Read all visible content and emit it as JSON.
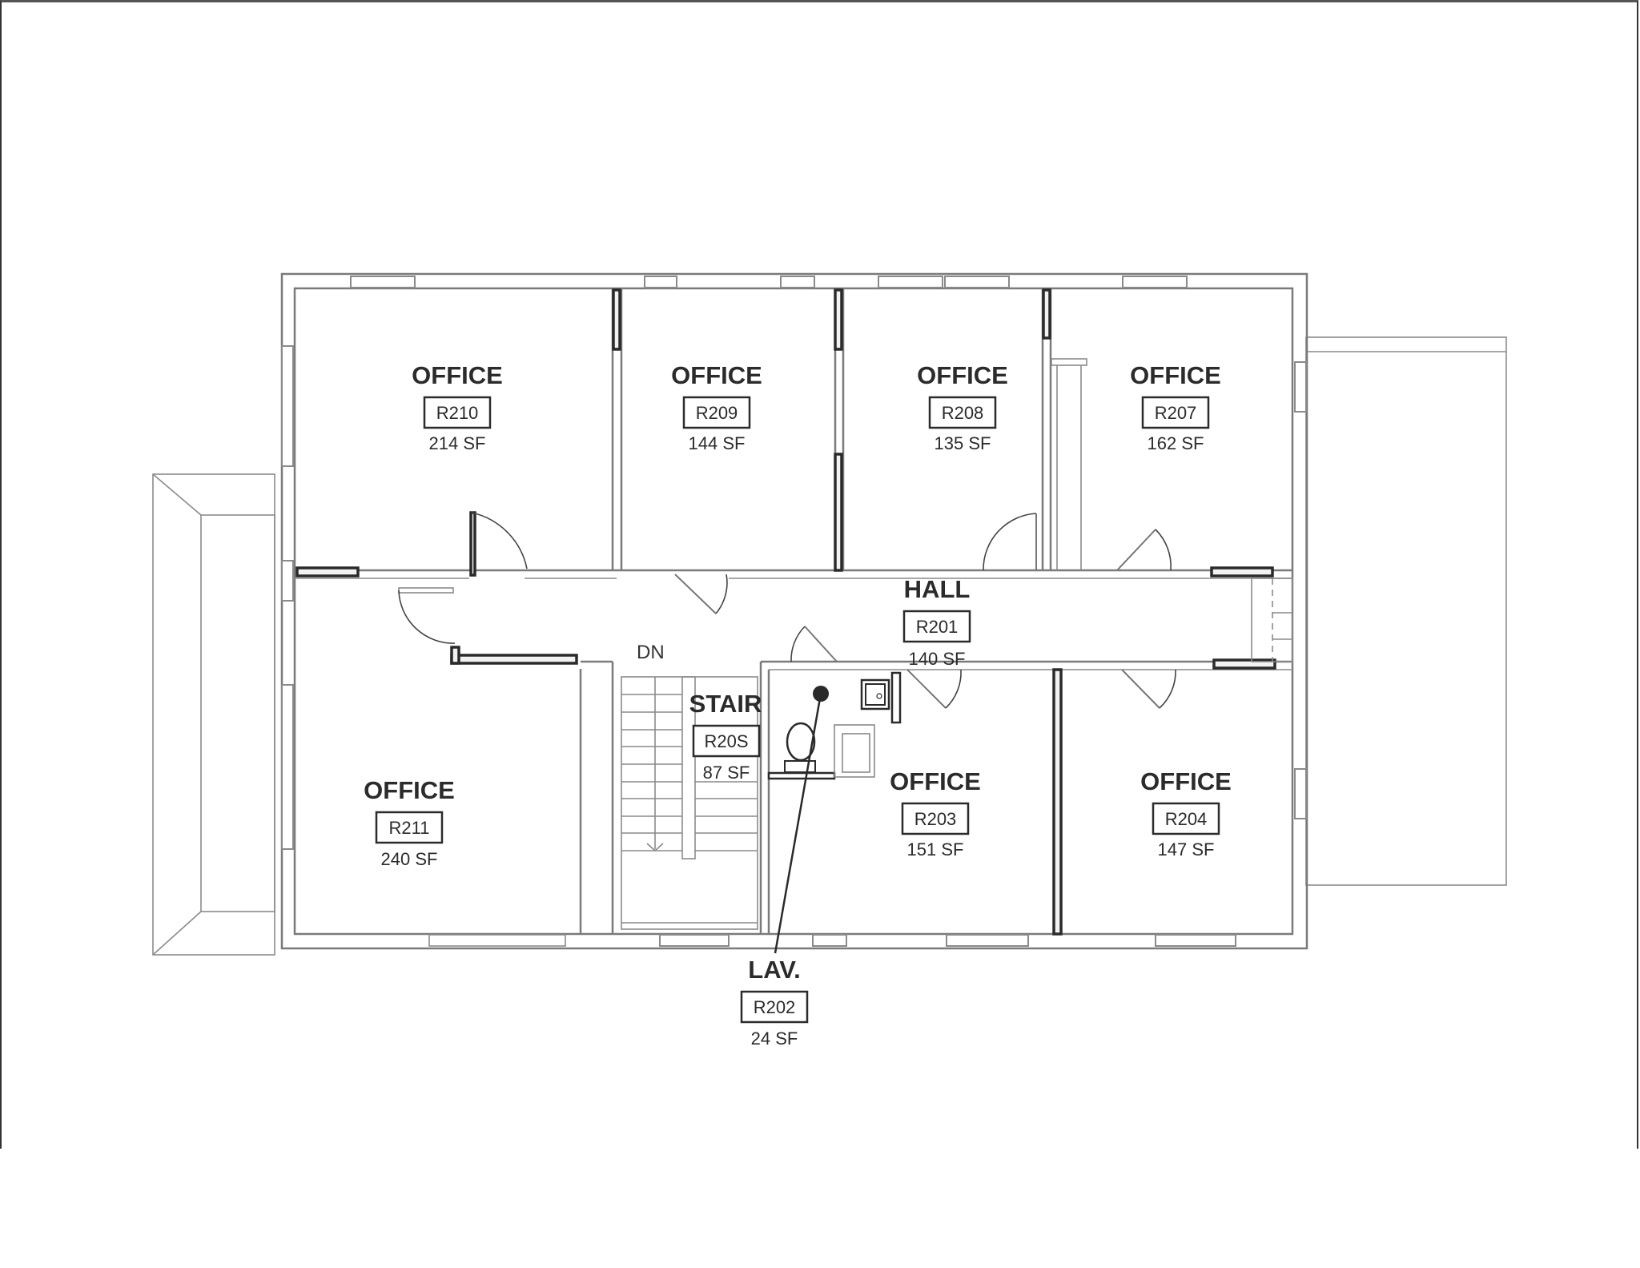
{
  "drawing": {
    "type": "floor-plan",
    "level_label": "DN"
  },
  "rooms": [
    {
      "name": "OFFICE",
      "number": "R210",
      "area": "214 SF"
    },
    {
      "name": "OFFICE",
      "number": "R209",
      "area": "144 SF"
    },
    {
      "name": "OFFICE",
      "number": "R208",
      "area": "135 SF"
    },
    {
      "name": "OFFICE",
      "number": "R207",
      "area": "162 SF"
    },
    {
      "name": "HALL",
      "number": "R201",
      "area": "140 SF"
    },
    {
      "name": "OFFICE",
      "number": "R211",
      "area": "240 SF"
    },
    {
      "name": "STAIR",
      "number": "R20S",
      "area": "87 SF"
    },
    {
      "name": "OFFICE",
      "number": "R203",
      "area": "151 SF"
    },
    {
      "name": "OFFICE",
      "number": "R204",
      "area": "147 SF"
    },
    {
      "name": "LAV.",
      "number": "R202",
      "area": "24 SF"
    }
  ],
  "colors": {
    "wall": "#7a7a7a",
    "heavy_wall": "#2a2a2a",
    "text": "#2b2b2b",
    "background": "#ffffff"
  }
}
